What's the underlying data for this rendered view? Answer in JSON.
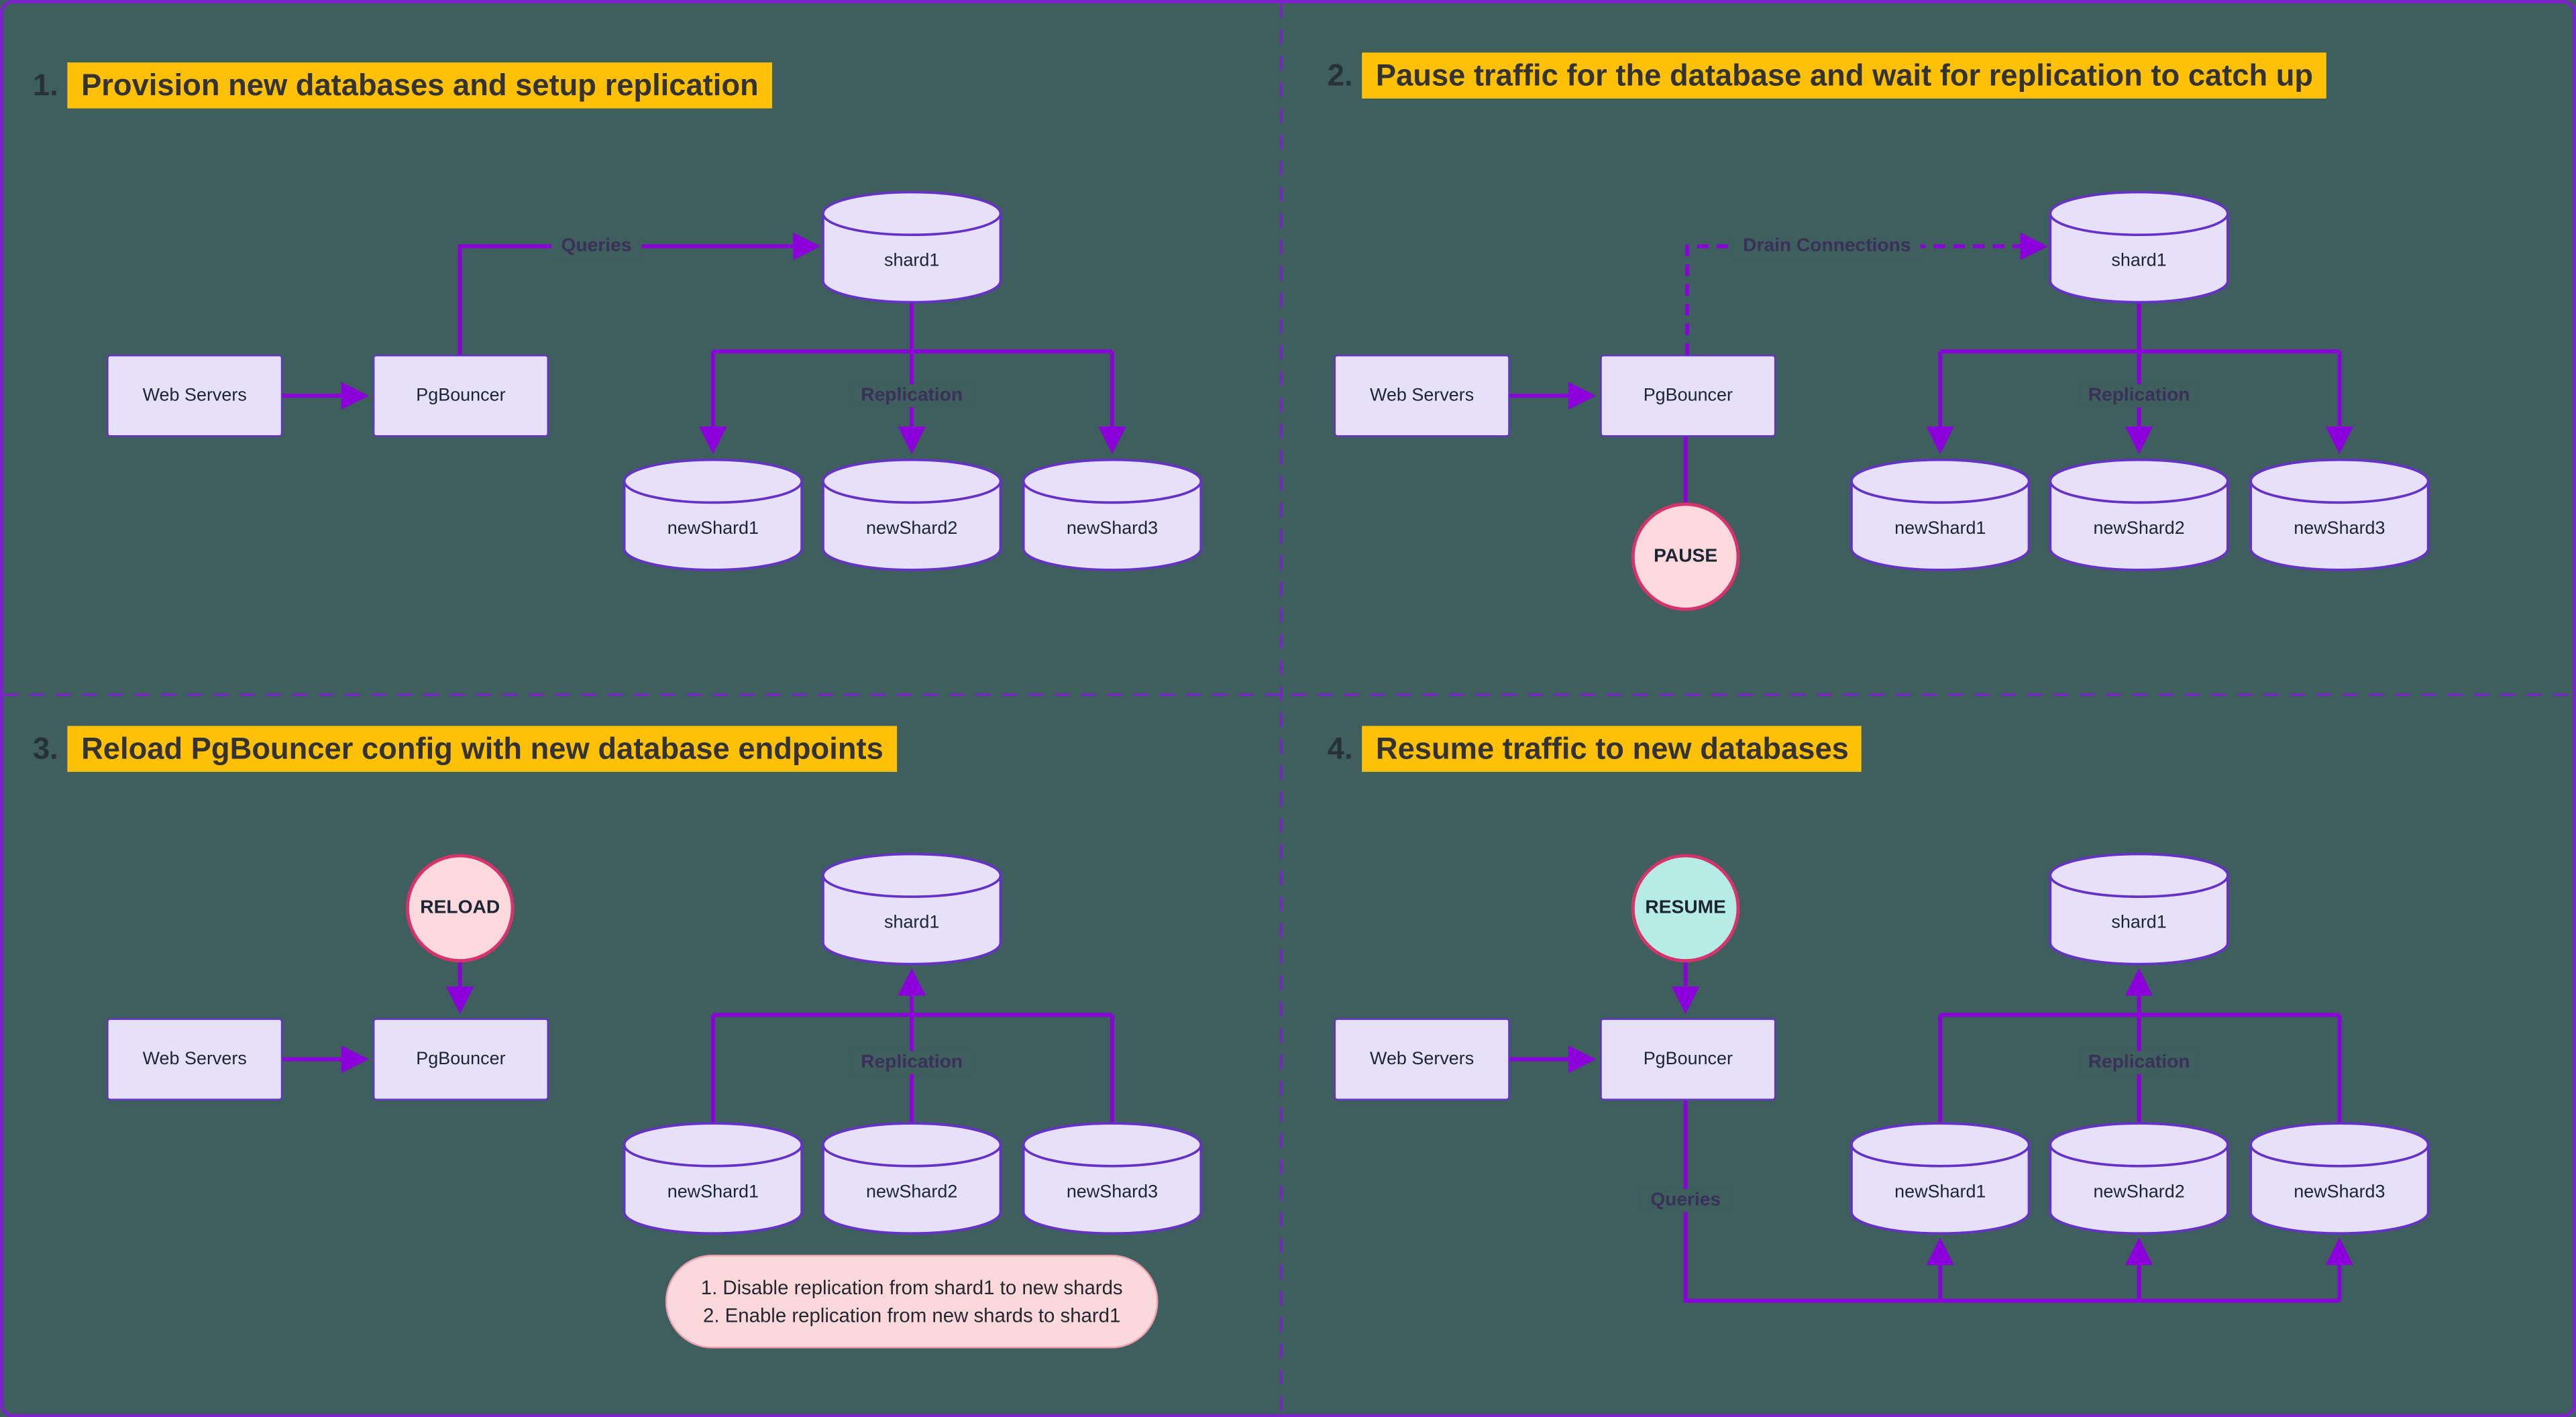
{
  "colors": {
    "background": "#3f5e5e",
    "frame_purple": "#7e22ce",
    "arrow_purple": "#8b00db",
    "node_fill": "#e6e1f9",
    "node_border": "#6631c8",
    "node_text": "#1d2433",
    "edge_label_text": "#3a3158",
    "step_number_text": "#263238",
    "highlight_bg": "#ffc107",
    "highlight_text": "#333333",
    "badge_pink_fill": "#fcd9dd",
    "badge_teal_fill": "#b5ece5",
    "badge_border": "#d6336c",
    "badge_text": "#1d2433",
    "note_fill": "#fbd8dc",
    "note_border": "#ef9fae",
    "note_text": "#23282e"
  },
  "quadrants": [
    {
      "step": "1.",
      "title": "Provision new databases and setup replication",
      "nodes": {
        "web": "Web Servers",
        "pg": "PgBouncer",
        "shard": "shard1",
        "new_shards": [
          "newShard1",
          "newShard2",
          "newShard3"
        ]
      },
      "edges": {
        "queries": "Queries",
        "replication": "Replication"
      }
    },
    {
      "step": "2.",
      "title": "Pause traffic for the database and wait for replication to catch up",
      "nodes": {
        "web": "Web Servers",
        "pg": "PgBouncer",
        "shard": "shard1",
        "new_shards": [
          "newShard1",
          "newShard2",
          "newShard3"
        ]
      },
      "edges": {
        "drain": "Drain Connections",
        "replication": "Replication"
      },
      "badge": "PAUSE"
    },
    {
      "step": "3.",
      "title": "Reload PgBouncer config with new database endpoints",
      "nodes": {
        "web": "Web Servers",
        "pg": "PgBouncer",
        "shard": "shard1",
        "new_shards": [
          "newShard1",
          "newShard2",
          "newShard3"
        ]
      },
      "edges": {
        "replication": "Replication"
      },
      "badge": "RELOAD",
      "note_lines": [
        "1. Disable replication from shard1 to new shards",
        "2. Enable replication from new shards to shard1"
      ]
    },
    {
      "step": "4.",
      "title": "Resume traffic to new databases",
      "nodes": {
        "web": "Web Servers",
        "pg": "PgBouncer",
        "shard": "shard1",
        "new_shards": [
          "newShard1",
          "newShard2",
          "newShard3"
        ]
      },
      "edges": {
        "queries": "Queries",
        "replication": "Replication"
      },
      "badge": "RESUME"
    }
  ]
}
